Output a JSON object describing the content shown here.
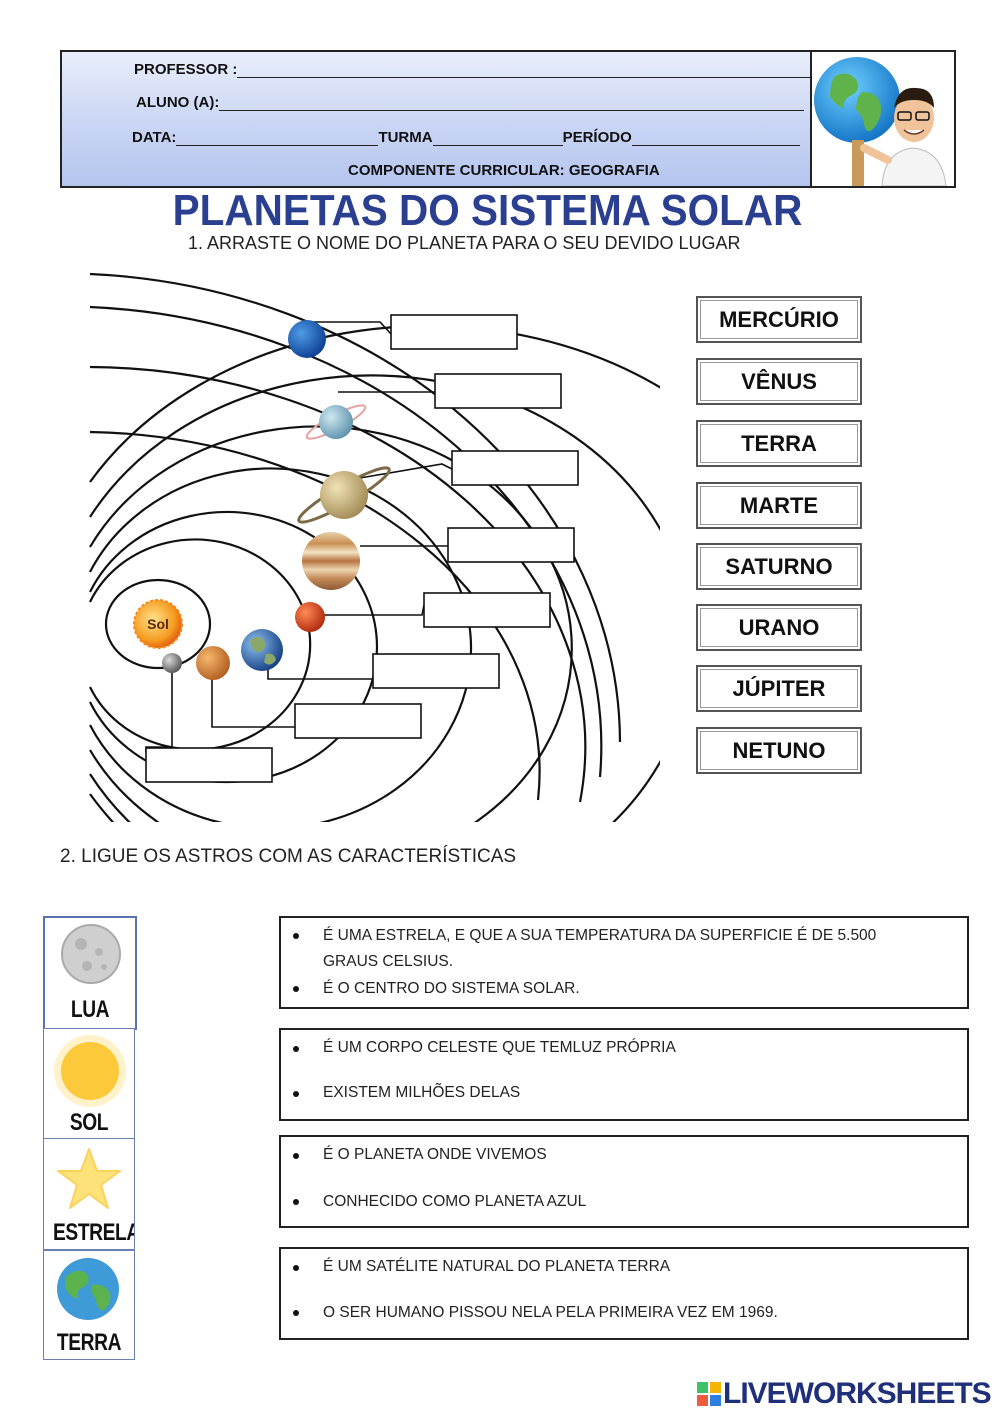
{
  "header": {
    "professor_label": "PROFESSOR :",
    "aluno_label": "ALUNO (A):",
    "data_label": "DATA:",
    "turma_label": "TURMA",
    "periodo_label": "PERÍODO",
    "componente": "COMPONENTE CURRICULAR: GEOGRAFIA"
  },
  "title": "PLANETAS DO SISTEMA SOLAR",
  "question1": "1. ARRASTE O NOME DO PLANETA PARA O SEU DEVIDO LUGAR",
  "diagram": {
    "sun_label": "Sol"
  },
  "planet_words": [
    "MERCÚRIO",
    "VÊNUS",
    "TERRA",
    "MARTE",
    "SATURNO",
    "URANO",
    "JÚPITER",
    "NETUNO"
  ],
  "question2": "2. LIGUE OS ASTROS COM AS CARACTERÍSTICAS",
  "astros": [
    "LUA",
    "SOL",
    "ESTRELAS",
    "TERRA"
  ],
  "characteristics": [
    [
      "É UMA ESTRELA, E QUE A SUA TEMPERATURA DA SUPERFICIE É DE 5.500 GRAUS CELSIUS.",
      "É O CENTRO DO SISTEMA SOLAR."
    ],
    [
      "É UM CORPO CELESTE QUE TEMLUZ PRÓPRIA",
      "EXISTEM MILHÕES  DELAS"
    ],
    [
      "É O PLANETA ONDE VIVEMOS",
      "CONHECIDO COMO PLANETA  AZUL"
    ],
    [
      "É UM SATÉLITE NATURAL DO PLANETA TERRA",
      "O SER HUMANO PISSOU NELA PELA PRIMEIRA VEZ EM 1969."
    ]
  ],
  "brand": "LIVEWORKSHEETS",
  "colors": {
    "title": "#2a3f8f",
    "header_bg": "#c9d5f4",
    "brand": "#1f2f7a"
  }
}
